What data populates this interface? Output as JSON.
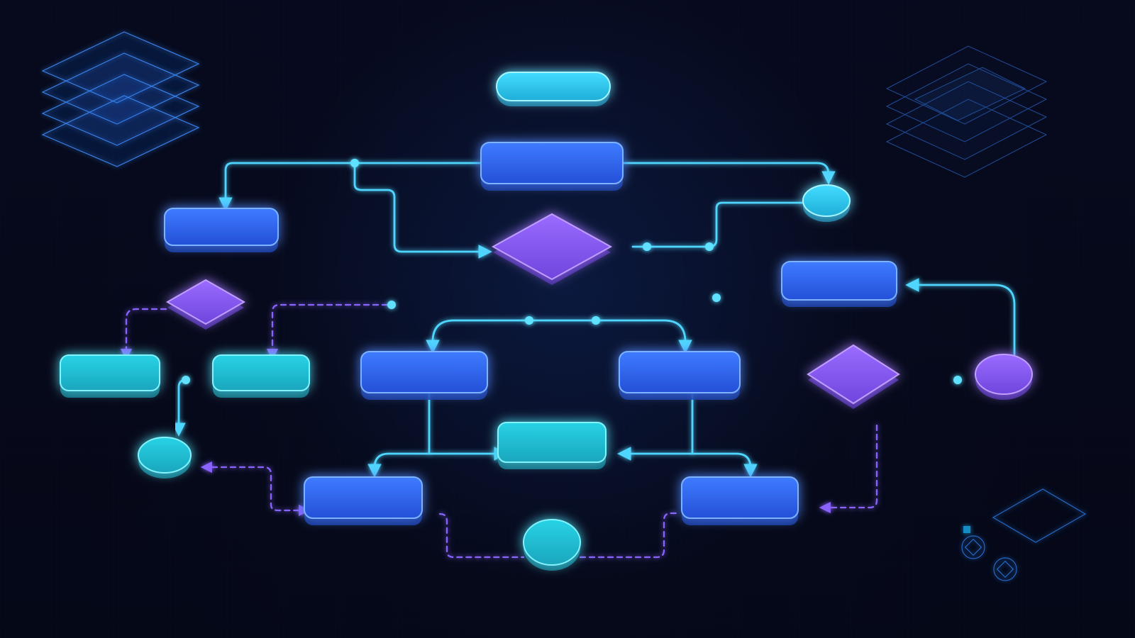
{
  "colors": {
    "background": "#050817",
    "grid": "#16234a",
    "connector": "#4fd6ff",
    "dashed_connector": "#8a63ff",
    "process_blue": "#2f66f2",
    "process_teal": "#20b8cc",
    "decision_purple": "#8654ef",
    "terminal_cyan": "#31c7ee",
    "glow": "#39a9ff"
  },
  "icons": [
    "layer-stack-icon",
    "tilted-panel-icon",
    "cube-node-icon",
    "dot-matrix-icon"
  ],
  "nodes": [
    {
      "id": "start",
      "shape": "terminal"
    },
    {
      "id": "main-process",
      "shape": "process"
    },
    {
      "id": "main-decision",
      "shape": "decision"
    },
    {
      "id": "left-process",
      "shape": "process"
    },
    {
      "id": "left-decision",
      "shape": "decision"
    },
    {
      "id": "left-branch-a",
      "shape": "process"
    },
    {
      "id": "left-branch-b",
      "shape": "process"
    },
    {
      "id": "left-terminal",
      "shape": "terminal"
    },
    {
      "id": "right-terminal-top",
      "shape": "terminal"
    },
    {
      "id": "right-process",
      "shape": "process"
    },
    {
      "id": "right-decision",
      "shape": "decision"
    },
    {
      "id": "right-terminal",
      "shape": "terminal"
    },
    {
      "id": "center-left-process",
      "shape": "process"
    },
    {
      "id": "center-right-process",
      "shape": "process"
    },
    {
      "id": "merge-process",
      "shape": "process"
    },
    {
      "id": "bottom-left-process",
      "shape": "process"
    },
    {
      "id": "bottom-right-process",
      "shape": "process"
    },
    {
      "id": "bottom-terminal",
      "shape": "terminal"
    }
  ]
}
